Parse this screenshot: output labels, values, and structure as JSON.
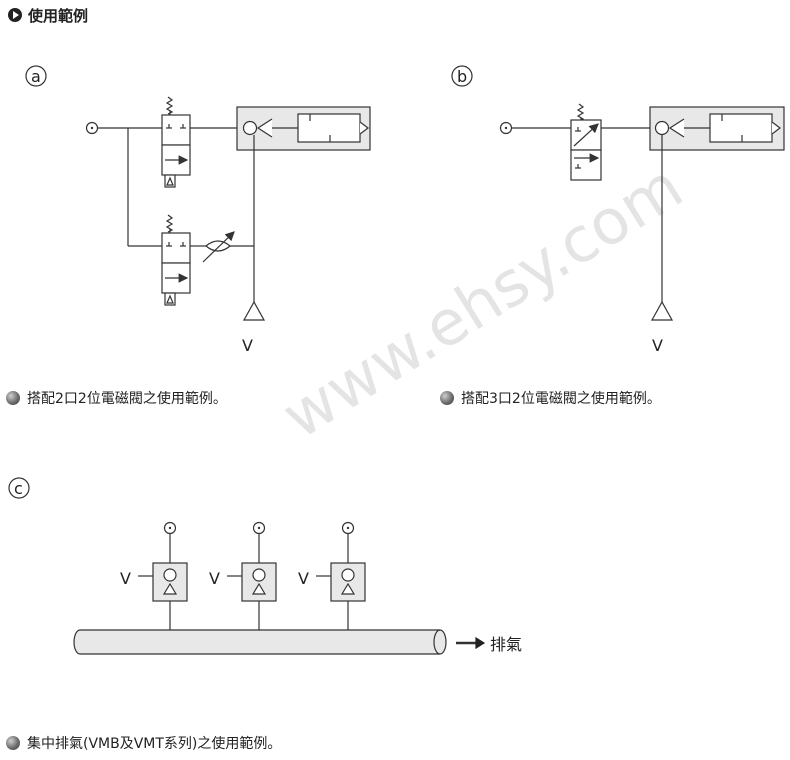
{
  "header": {
    "title": "使用範例"
  },
  "diagram_a": {
    "letter": "a",
    "port_label": "V",
    "caption": "搭配2口2位電磁閥之使用範例。"
  },
  "diagram_b": {
    "letter": "b",
    "port_label": "V",
    "caption": "搭配3口2位電磁閥之使用範例。"
  },
  "diagram_c": {
    "letter": "c",
    "port_labels": [
      "V",
      "V",
      "V"
    ],
    "exhaust_label": "排氣",
    "caption": "集中排氣(VMB及VMT系列)之使用範例。"
  },
  "watermark": "www.ehsy.com"
}
